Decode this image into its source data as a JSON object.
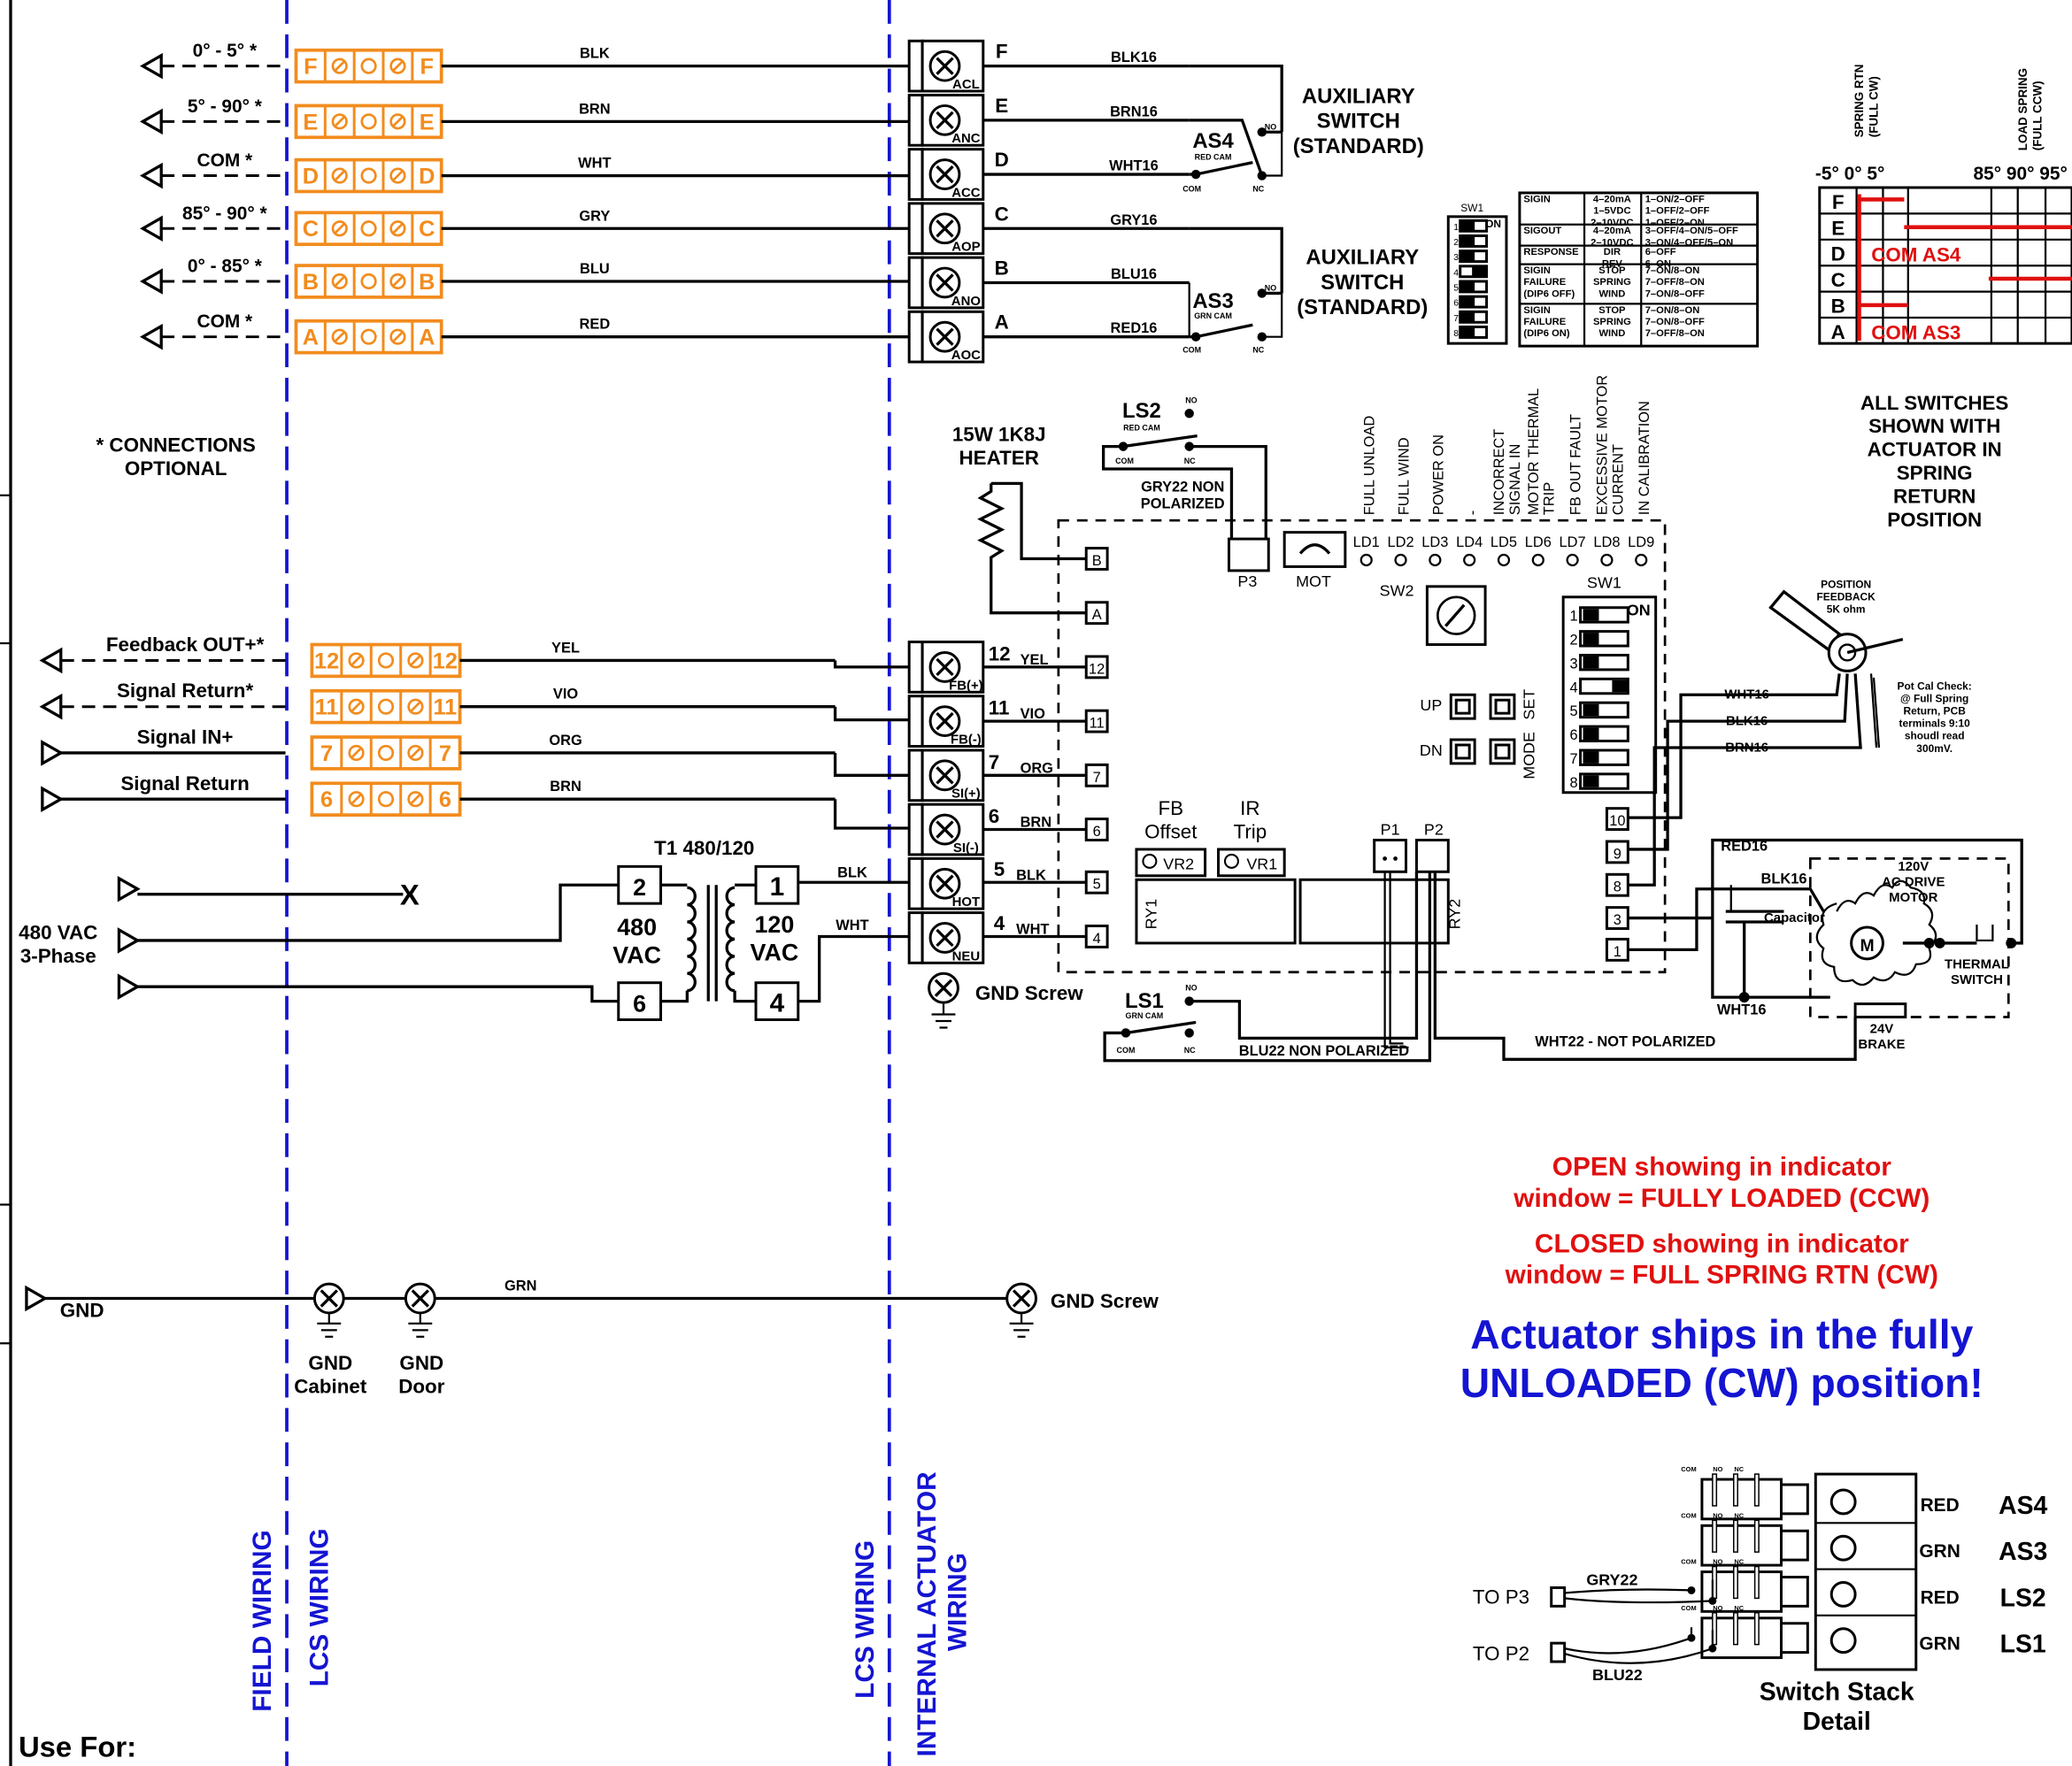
{
  "field_terminals": [
    {
      "id": "F",
      "label": "0° - 5° *",
      "wire": "BLK"
    },
    {
      "id": "E",
      "label": "5° - 90° *",
      "wire": "BRN"
    },
    {
      "id": "D",
      "label": "COM *",
      "wire": "WHT"
    },
    {
      "id": "C",
      "label": "85° - 90° *",
      "wire": "GRY"
    },
    {
      "id": "B",
      "label": "0° - 85° *",
      "wire": "BLU"
    },
    {
      "id": "A",
      "label": "COM *",
      "wire": "RED"
    }
  ],
  "actuator_terminals_top": [
    {
      "id": "F",
      "sub": "ACL",
      "wire": "BLK16"
    },
    {
      "id": "E",
      "sub": "ANC",
      "wire": "BRN16"
    },
    {
      "id": "D",
      "sub": "ACC",
      "wire": "WHT16"
    },
    {
      "id": "C",
      "sub": "AOP",
      "wire": "GRY16"
    },
    {
      "id": "B",
      "sub": "ANO",
      "wire": "BLU16"
    },
    {
      "id": "A",
      "sub": "AOC",
      "wire": "RED16"
    }
  ],
  "aux_switch_label": "AUXILIARY\nSWITCH\n(STANDARD)",
  "as4": {
    "name": "AS4",
    "cam": "RED CAM"
  },
  "as3": {
    "name": "AS3",
    "cam": "GRN CAM"
  },
  "contacts": {
    "no": "NO",
    "nc": "NC",
    "com": "COM"
  },
  "connections_optional": "* CONNECTIONS\nOPTIONAL",
  "signal_terminals": [
    {
      "id": "12",
      "label": "Feedback OUT+*",
      "wire": "YEL",
      "sub": "FB(+)",
      "wire_right": "YEL"
    },
    {
      "id": "11",
      "label": "Signal Return*",
      "wire": "VIO",
      "sub": "FB(-)",
      "wire_right": "VIO"
    },
    {
      "id": "7",
      "label": "Signal IN+",
      "wire": "ORG",
      "sub": "SI(+)",
      "wire_right": "ORG"
    },
    {
      "id": "6",
      "label": "Signal Return",
      "wire": "BRN",
      "sub": "SI(-)",
      "wire_right": "BRN"
    }
  ],
  "power_terminals": [
    {
      "id": "5",
      "sub": "HOT",
      "wire": "BLK"
    },
    {
      "id": "4",
      "sub": "NEU",
      "wire": "WHT"
    }
  ],
  "transformer": {
    "title": "T1  480/120",
    "left": "480\nVAC",
    "right": "120\nVAC",
    "t2": "2",
    "t6": "6",
    "t1": "1",
    "t4": "4",
    "blk": "BLK",
    "wht": "WHT"
  },
  "power_in": {
    "label": "480 VAC\n3-Phase",
    "x_mark": "X"
  },
  "gnd_screw": "GND Screw",
  "heater": "15W 1K8J\nHEATER",
  "ls2": {
    "name": "LS2",
    "cam": "RED CAM",
    "note": "GRY22 NON\nPOLARIZED"
  },
  "ls1": {
    "name": "LS1",
    "cam": "GRN CAM",
    "note": "BLU22 NON POLARIZED"
  },
  "wht22": "WHT22 - NOT POLARIZED",
  "pcb": {
    "p3": "P3",
    "mot": "MOT",
    "sw2": "SW2",
    "sw1": "SW1",
    "on": "ON",
    "up": "UP",
    "dn": "DN",
    "mode": "MODE",
    "set": "SET",
    "fb_offset": "FB\nOffset",
    "ir_trip": "IR\nTrip",
    "vr2": "VR2",
    "vr1": "VR1",
    "p1": "P1",
    "p2": "P2",
    "ry1": "RY1",
    "ry2": "RY2",
    "left_terms": [
      "B",
      "A",
      "12",
      "11",
      "7",
      "6",
      "5",
      "4"
    ],
    "right_terms": [
      "10",
      "9",
      "8",
      "3",
      "1"
    ],
    "leds": [
      "LD1",
      "LD2",
      "LD3",
      "LD4",
      "LD5",
      "LD6",
      "LD7",
      "LD8",
      "LD9"
    ],
    "led_labels": [
      "FULL UNLOAD",
      "FULL WIND",
      "POWER ON",
      "-",
      "INCORRECT\nSIGNAL IN",
      "MOTOR THERMAL\nTRIP",
      "FB OUT FAULT",
      "EXCESSIVE MOTOR\nCURRENT",
      "IN CALIBRATION"
    ],
    "sw1_nums": [
      "1",
      "2",
      "3",
      "4",
      "5",
      "6",
      "7",
      "8"
    ]
  },
  "motor_area": {
    "pot": "POSITION\nFEEDBACK\n5K ohm",
    "pot_note": "Pot Cal Check:\n@ Full Spring\nReturn, PCB\nterminals 9:10\nshoudl read\n300mV.",
    "wht16": "WHT16",
    "blk16": "BLK16",
    "brn16": "BRN16",
    "red16": "RED16",
    "motor": "120V\nAC DRIVE\nMOTOR",
    "m": "M",
    "capacitor": "Capacitor",
    "thermal": "THERMAL\nSWITCH",
    "brake": "24V\nBRAKE"
  },
  "dip_table": {
    "sw1": "SW1",
    "on": "ON",
    "rows": [
      [
        "SIGIN",
        "4–20mA\n1–5VDC\n2–10VDC",
        "1–ON/2–OFF\n1–OFF/2–OFF\n1–OFF/2–ON"
      ],
      [
        "SIGOUT",
        "4–20mA\n2–10VDC",
        "3–OFF/4–ON/5–OFF\n3–ON/4–OFF/5–ON"
      ],
      [
        "RESPONSE",
        "DIR\nREV",
        "6–OFF\n6–ON"
      ],
      [
        "SIGIN\nFAILURE\n(DIP6 OFF)",
        "STOP\nSPRING\nWIND",
        "7–ON/8–ON\n7–OFF/8–ON\n7–ON/8–OFF"
      ],
      [
        "SIGIN\nFAILURE\n(DIP6 ON)",
        "STOP\nSPRING\nWIND",
        "7–ON/8–ON\n7–ON/8–OFF\n7–OFF/8–ON"
      ]
    ]
  },
  "cam_chart": {
    "header_left": "SPRING RTN\n(FULL CW)",
    "header_right": "LOAD SPRING\n(FULL CCW)",
    "scale": "-5°  0°  5°",
    "scale_right": "85° 90° 95°",
    "rows": [
      "F",
      "E",
      "D",
      "C",
      "B",
      "A"
    ],
    "d_label": "COM AS4",
    "a_label": "COM AS3"
  },
  "all_switches": "ALL SWITCHES\nSHOWN WITH\nACTUATOR IN\nSPRING\nRETURN\nPOSITION",
  "notes": {
    "open": "OPEN showing in indicator\nwindow = FULLY LOADED (CCW)",
    "closed": "CLOSED showing in indicator\nwindow = FULL SPRING RTN (CW)",
    "ships": "Actuator ships in the fully\nUNLOADED (CW) position!"
  },
  "gnd": {
    "label": "GND",
    "wire": "GRN",
    "cabinet": "GND\nCabinet",
    "door": "GND\nDoor",
    "screw": "GND Screw"
  },
  "zones": [
    "FIELD WIRING",
    "LCS WIRING",
    "LCS WIRING",
    "INTERNAL ACTUATOR\nWIRING"
  ],
  "switch_stack": {
    "title": "Switch Stack\nDetail",
    "rows": [
      {
        "color": "RED",
        "name": "AS4"
      },
      {
        "color": "GRN",
        "name": "AS3"
      },
      {
        "color": "RED",
        "name": "LS2"
      },
      {
        "color": "GRN",
        "name": "LS1"
      }
    ],
    "to_p3": "TO P3",
    "to_p2": "TO P2",
    "gry22": "GRY22",
    "blu22": "BLU22",
    "com": "COM",
    "no": "NO",
    "nc": "NC"
  },
  "use_for": "Use For:",
  "colors": {
    "zone_blue": "#1414d2",
    "terminal_orange": "#f28c1e",
    "note_red": "#e01010"
  }
}
